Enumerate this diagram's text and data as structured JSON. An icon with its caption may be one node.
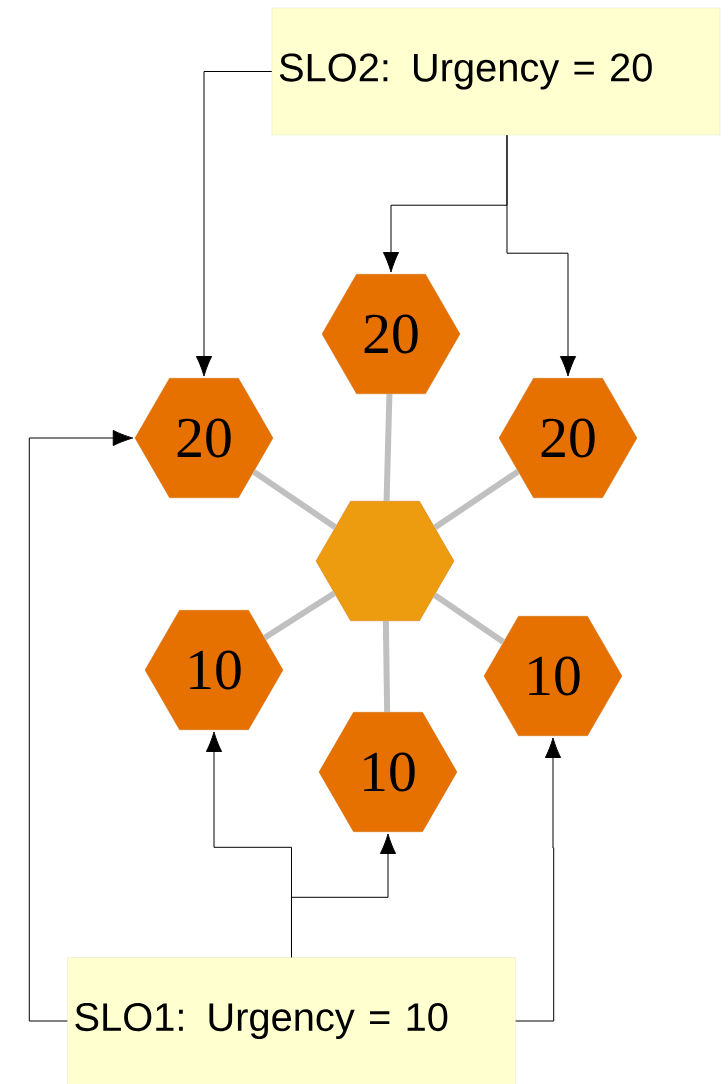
{
  "diagram": {
    "nodes": [
      {
        "text": [
          "SLO2: Urgency = 20"
        ]
      },
      {
        "text": [
          "20"
        ]
      },
      {
        "text": [
          "20"
        ]
      },
      {
        "text": [
          "20"
        ]
      },
      {
        "text": [],
        "shape": "hexagon"
      },
      {
        "text": [
          "10"
        ]
      },
      {
        "text": [
          "10"
        ]
      },
      {
        "text": [
          "10"
        ]
      },
      {
        "text": [
          "SLO1: Urgency = 10"
        ]
      }
    ],
    "edges": [
      {
        "from": 0,
        "to": 2,
        "arrow": "to"
      },
      {
        "from": 0,
        "to": 1,
        "arrow": "to"
      },
      {
        "from": 0,
        "to": 3,
        "arrow": "to"
      },
      {
        "from": 8,
        "to": 2,
        "arrow": "to"
      },
      {
        "from": 8,
        "to": 5,
        "arrow": "to"
      },
      {
        "from": 8,
        "to": 6,
        "arrow": "to"
      },
      {
        "from": 8,
        "to": 7,
        "arrow": "to"
      },
      {
        "from": 4,
        "to": 1,
        "arrow": "none",
        "style": "thick",
        "color": "#c0c0c0"
      },
      {
        "from": 4,
        "to": 2,
        "arrow": "none",
        "style": "thick",
        "color": "#c0c0c0"
      },
      {
        "from": 4,
        "to": 3,
        "arrow": "none",
        "style": "thick",
        "color": "#c0c0c0"
      },
      {
        "from": 4,
        "to": 5,
        "arrow": "none",
        "style": "thick",
        "color": "#c0c0c0"
      },
      {
        "from": 4,
        "to": 6,
        "arrow": "none",
        "style": "thick",
        "color": "#c0c0c0"
      },
      {
        "from": 4,
        "to": 7,
        "arrow": "none",
        "style": "thick",
        "color": "#c0c0c0"
      }
    ]
  }
}
